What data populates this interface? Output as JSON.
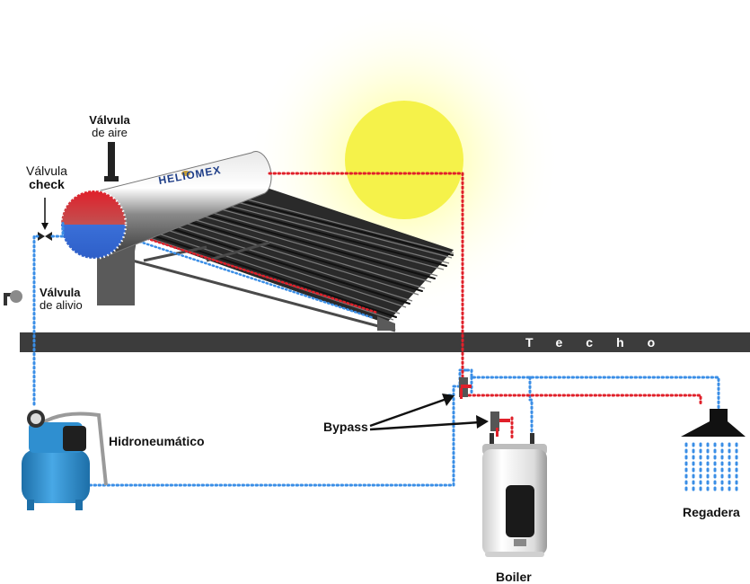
{
  "labels": {
    "valve_air_1": "Válvula",
    "valve_air_2": "de aire",
    "valve_check_1": "Válvula",
    "valve_check_2": "check",
    "valve_relief_1": "Válvula",
    "valve_relief_2": "de alivio",
    "hydro": "Hidroneumático",
    "bypass": "Bypass",
    "roof": "Techo",
    "shower": "Regadera",
    "boiler": "Boiler",
    "brand": "HELIOMEX"
  },
  "colors": {
    "hot_water": "#e0202a",
    "cold_water": "#3a8ee6",
    "roof": "#3c3c3c",
    "pump": "#2f8fd0",
    "sun": "#f5f24a"
  }
}
